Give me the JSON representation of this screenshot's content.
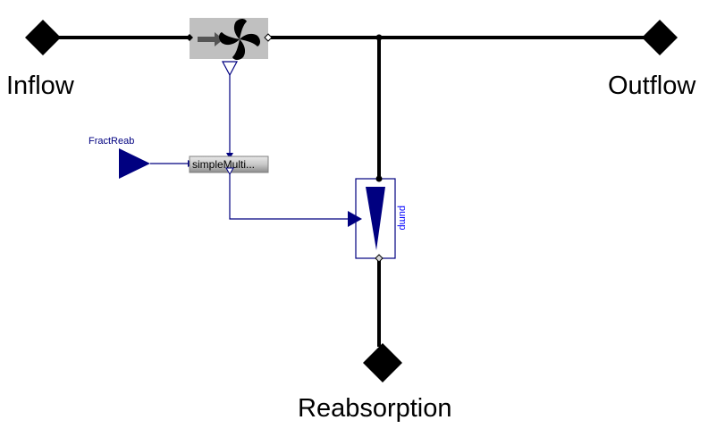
{
  "diagram": {
    "type": "modelica-block-diagram",
    "colors": {
      "flow_line": "#000000",
      "signal_line": "#000080",
      "connector_fill": "#000000",
      "signal_fill": "#000080",
      "block_gray": "#c0c0c0",
      "fan_arrow": "#555555",
      "pump_label": "#0000ff"
    },
    "ports": {
      "inflow": {
        "label": "Inflow",
        "icon": "flow-connector-diamond"
      },
      "outflow": {
        "label": "Outflow",
        "icon": "flow-connector-diamond"
      },
      "reabsorption": {
        "label": "Reabsorption",
        "icon": "flow-connector-diamond"
      }
    },
    "blocks": {
      "flow_measure": {
        "icon": "fan-flow-measure-icon"
      },
      "fract_reab": {
        "label": "FractReab",
        "icon": "real-input-triangle"
      },
      "simple_multiply": {
        "label": "simpleMulti..."
      },
      "pump": {
        "label": "pump",
        "icon": "pump-wedge-icon"
      }
    },
    "connections": [
      {
        "from": "Inflow",
        "to": "flowMeasure.q_in",
        "kind": "flow"
      },
      {
        "from": "flowMeasure.q_out",
        "to": "Outflow",
        "kind": "flow"
      },
      {
        "from": "flowMeasure.q_out",
        "to": "pump.q_in",
        "kind": "flow"
      },
      {
        "from": "pump.q_out",
        "to": "Reabsorption",
        "kind": "flow"
      },
      {
        "from": "flowMeasure.actualFlow",
        "to": "simpleMultiply.u1",
        "kind": "signal"
      },
      {
        "from": "FractReab",
        "to": "simpleMultiply.u2",
        "kind": "signal"
      },
      {
        "from": "simpleMultiply.y",
        "to": "pump.solutionFlow",
        "kind": "signal"
      }
    ]
  }
}
